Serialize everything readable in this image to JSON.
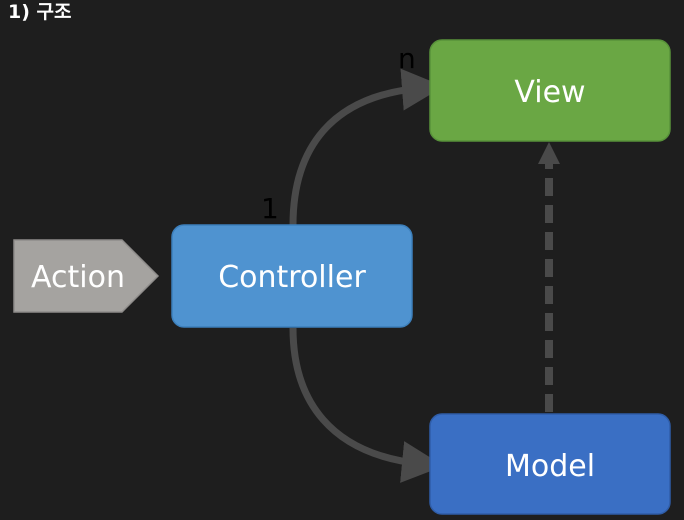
{
  "heading": "1) 구조",
  "nodes": {
    "action": {
      "label": "Action",
      "color": "#a5a3a0"
    },
    "controller": {
      "label": "Controller",
      "color": "#4f93d0"
    },
    "view": {
      "label": "View",
      "color": "#6aa744"
    },
    "model": {
      "label": "Model",
      "color": "#3a6fc4"
    }
  },
  "edges": {
    "controller_to_view": {
      "from_label": "1",
      "to_label": "n"
    }
  },
  "colors": {
    "background": "#1e1e1e",
    "connector": "#4a4a4a"
  }
}
